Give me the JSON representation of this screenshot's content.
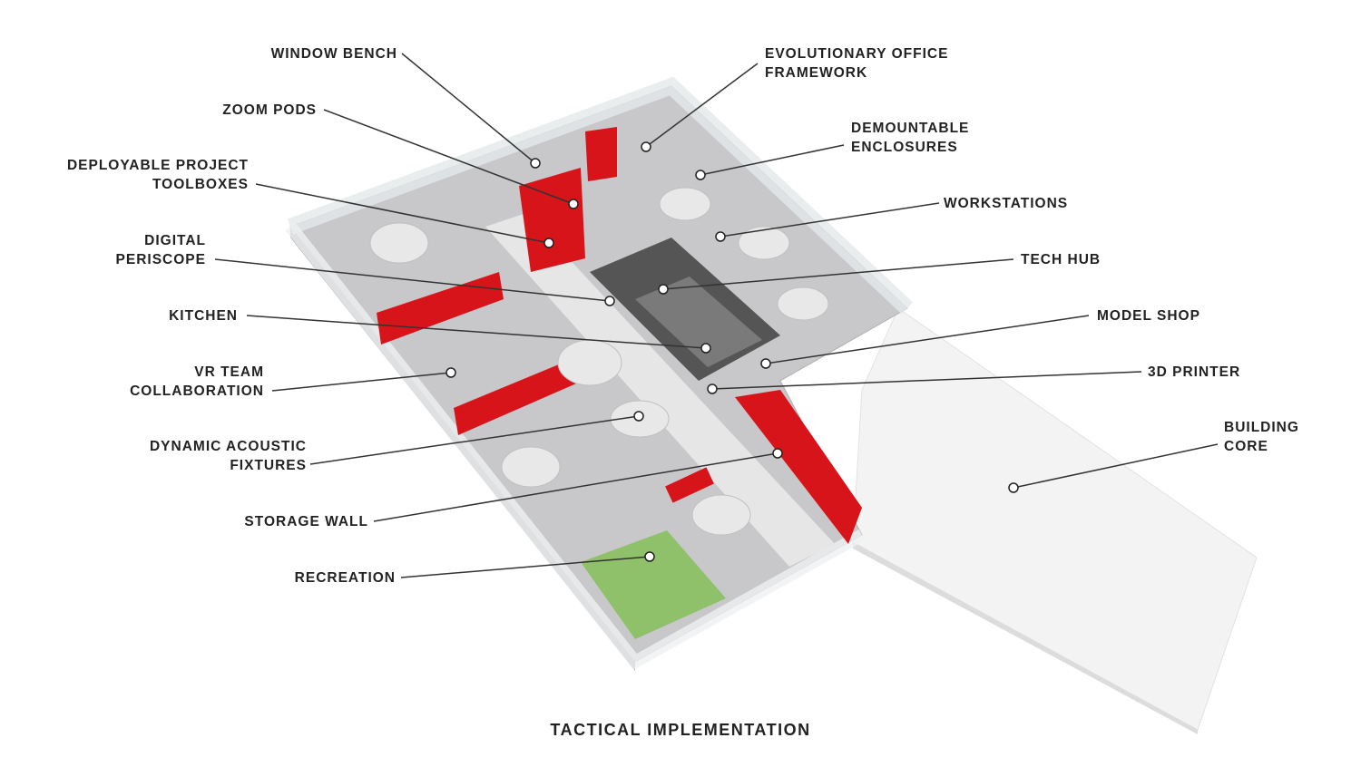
{
  "title": "TACTICAL IMPLEMENTATION",
  "labels_left": [
    {
      "id": "window-bench",
      "text": "WINDOW BENCH"
    },
    {
      "id": "zoom-pods",
      "text": "ZOOM PODS"
    },
    {
      "id": "deployable-project-toolboxes",
      "text": "DEPLOYABLE PROJECT\nTOOLBOXES"
    },
    {
      "id": "digital-periscope",
      "text": "DIGITAL\nPERISCOPE"
    },
    {
      "id": "kitchen",
      "text": "KITCHEN"
    },
    {
      "id": "vr-team-collaboration",
      "text": "VR TEAM\nCOLLABORATION"
    },
    {
      "id": "dynamic-acoustic-fixtures",
      "text": "DYNAMIC ACOUSTIC\nFIXTURES"
    },
    {
      "id": "storage-wall",
      "text": "STORAGE WALL"
    },
    {
      "id": "recreation",
      "text": "RECREATION"
    }
  ],
  "labels_right": [
    {
      "id": "evolutionary-office-framework",
      "text": "EVOLUTIONARY OFFICE\nFRAMEWORK"
    },
    {
      "id": "demountable-enclosures",
      "text": "DEMOUNTABLE\nENCLOSURES"
    },
    {
      "id": "workstations",
      "text": "WORKSTATIONS"
    },
    {
      "id": "tech-hub",
      "text": "TECH HUB"
    },
    {
      "id": "model-shop",
      "text": "MODEL SHOP"
    },
    {
      "id": "3d-printer",
      "text": "3D PRINTER"
    },
    {
      "id": "building-core",
      "text": "BUILDING\nCORE"
    }
  ],
  "colors": {
    "accent": "#d7141a",
    "floor": "#c9c9cb",
    "green": "#8fc06a",
    "core": "#f2f2f2"
  }
}
